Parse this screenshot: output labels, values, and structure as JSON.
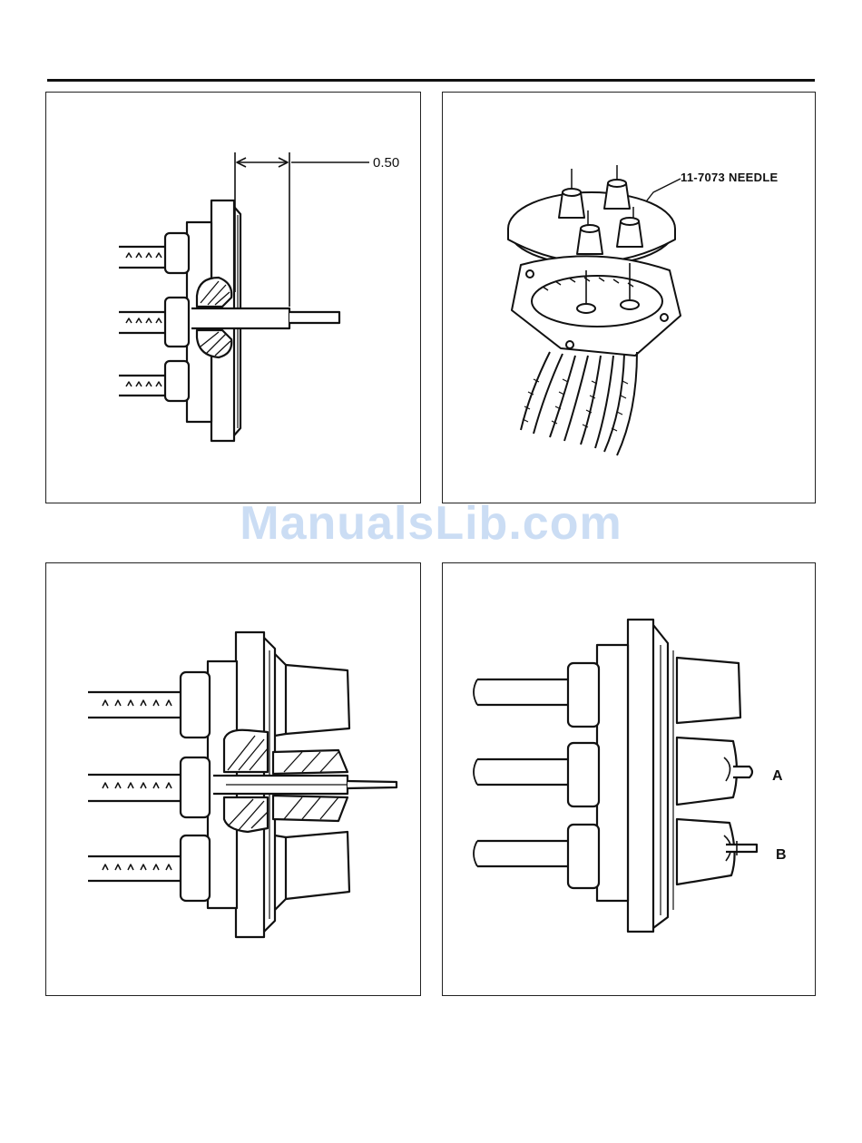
{
  "figures": {
    "fig1": {
      "dimension_label": "0.50"
    },
    "fig2": {
      "callout_label": "11-7073 NEEDLE"
    },
    "fig4": {
      "label_a": "A",
      "label_b": "B"
    }
  },
  "watermark": "ManualsLib.com",
  "colors": {
    "ink": "#111111",
    "watermark": "#8cb4e6"
  }
}
